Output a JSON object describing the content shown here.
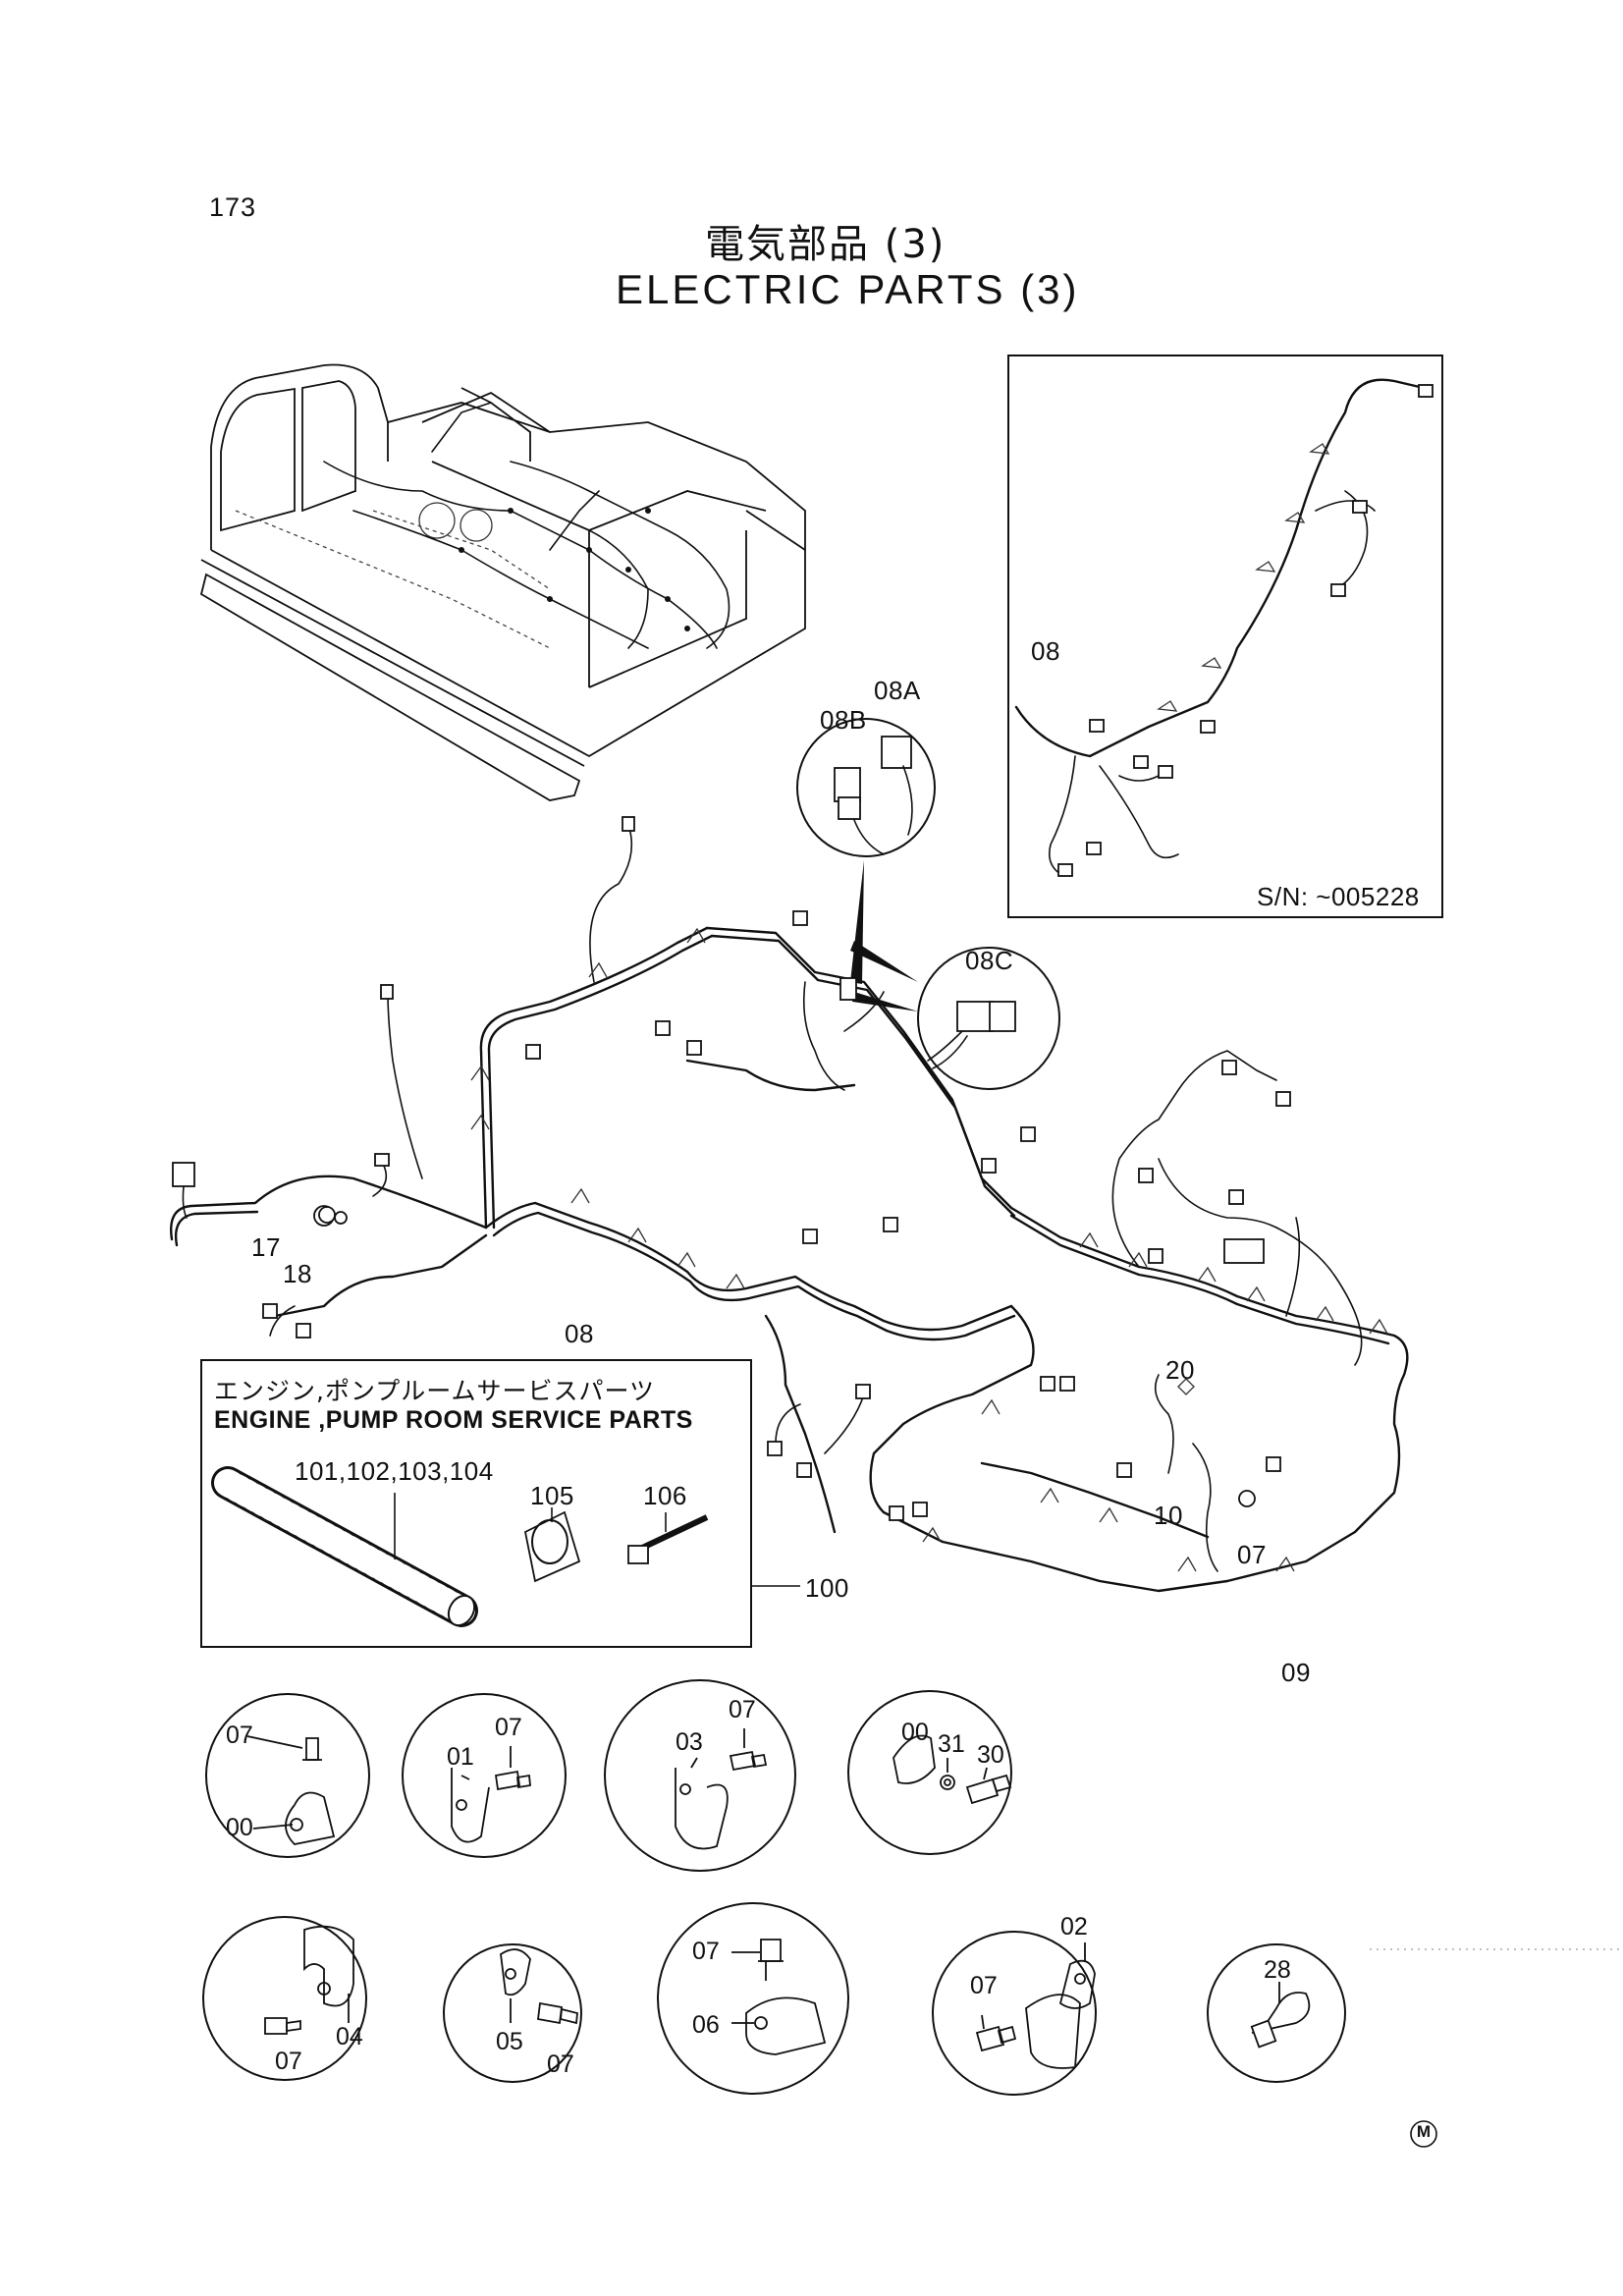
{
  "page_number": "173",
  "title": {
    "jp": "電気部品 (3)",
    "en": "ELECTRIC PARTS (3)"
  },
  "inset": {
    "serial_note": "S/N:  ~005228",
    "label": "08"
  },
  "callouts": {
    "c08A": "08A",
    "c08B": "08B",
    "c08C": "08C",
    "c17": "17",
    "c18": "18",
    "c08": "08",
    "c20": "20",
    "c10": "10",
    "c07": "07",
    "c09": "09",
    "c100": "100"
  },
  "service_box": {
    "title_jp": "エンジン,ポンプルームサービスパーツ",
    "title_en": "ENGINE ,PUMP ROOM SERVICE PARTS",
    "labels": {
      "tube": "101,102,103,104",
      "tape": "105",
      "tie": "106"
    }
  },
  "detail_circles": {
    "d1": {
      "a": "07",
      "b": "00"
    },
    "d2": {
      "a": "07",
      "b": "01"
    },
    "d3": {
      "a": "07",
      "b": "03"
    },
    "d4": {
      "a": "00",
      "b": "31",
      "c": "30"
    },
    "d5": {
      "a": "07",
      "b": "04"
    },
    "d6": {
      "a": "05",
      "b": "07"
    },
    "d7": {
      "a": "07",
      "b": "06"
    },
    "d8": {
      "a": "02",
      "b": "07"
    },
    "d9": {
      "a": "28"
    }
  },
  "mark": "M"
}
